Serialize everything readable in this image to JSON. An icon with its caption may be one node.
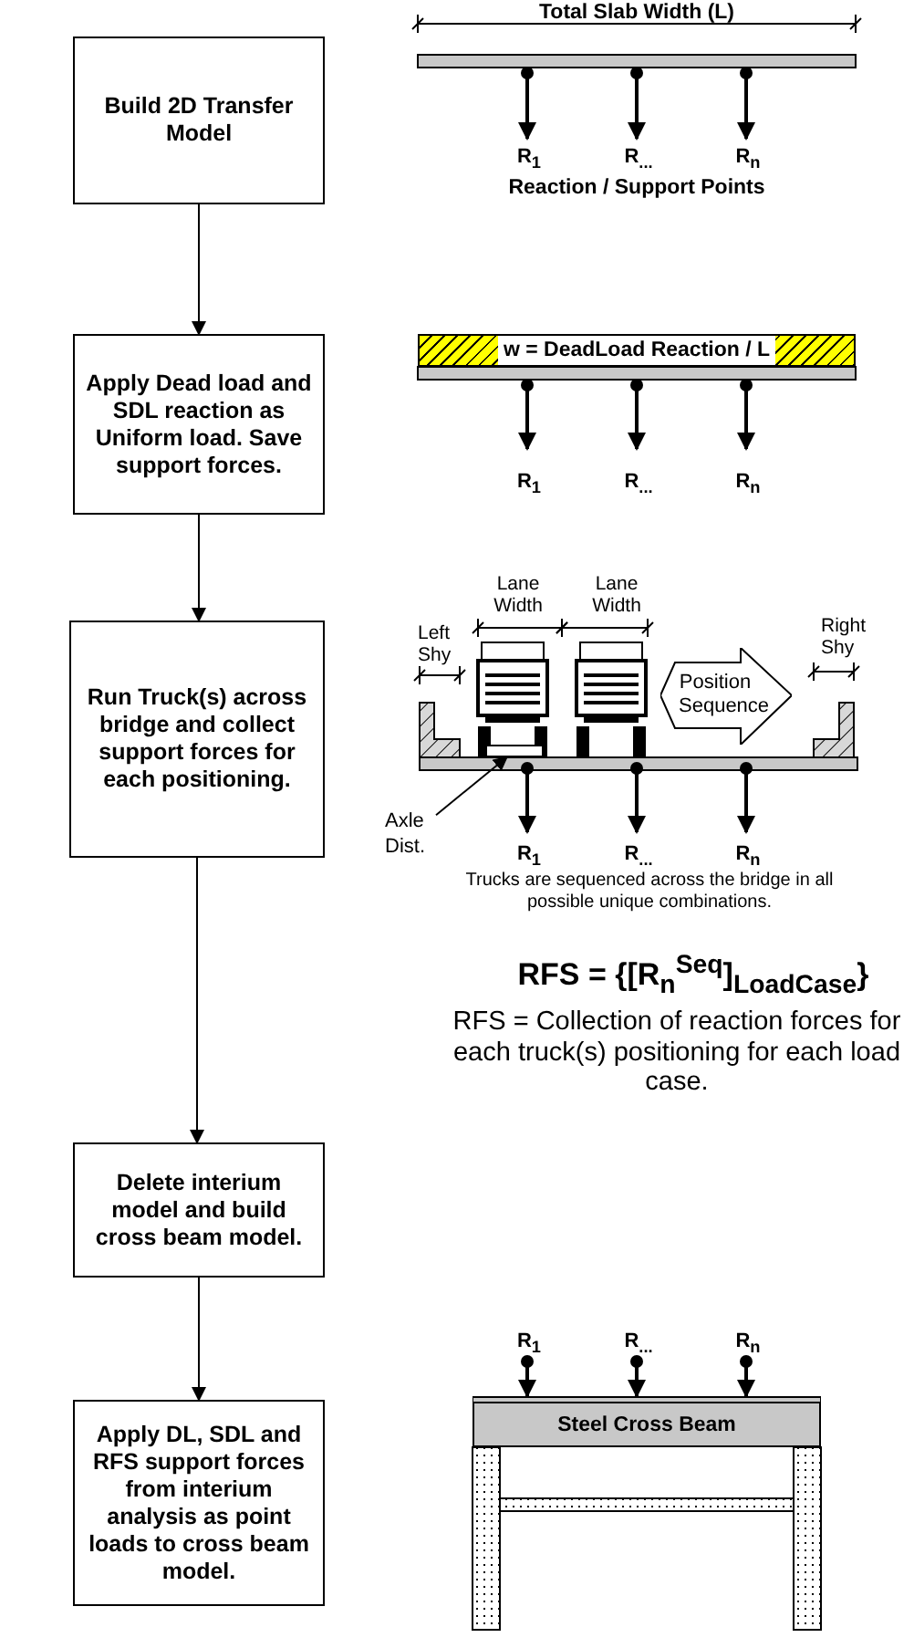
{
  "diagram": {
    "nodes": [
      {
        "text": [
          "Build 2D Transfer Model"
        ]
      },
      {
        "text": [
          "Apply Dead load and SDL reaction as Uniform load. Save support forces."
        ]
      },
      {
        "text": [
          "Run Truck(s) across bridge and collect support forces for each positioning."
        ]
      },
      {
        "text": [
          "Delete interium model and build cross beam model."
        ]
      },
      {
        "text": [
          "Apply DL, SDL and RFS support forces from interium analysis as point loads to cross beam model."
        ]
      },
      {
        "text": [
          "w = DeadLoad Reaction / L"
        ]
      },
      {
        "text": [
          "Position Sequence"
        ]
      },
      {
        "text": [
          "Axle Dist."
        ]
      },
      {
        "text": [],
        "shape": "bar"
      },
      {
        "text": [
          "Steel Cross Beam"
        ]
      }
    ],
    "edges": [
      {
        "from": 0,
        "to": 1,
        "arrow": "to"
      },
      {
        "from": 1,
        "to": 2,
        "arrow": "to"
      },
      {
        "from": 2,
        "to": 3,
        "arrow": "to"
      },
      {
        "from": 3,
        "to": 4,
        "arrow": "to"
      },
      {
        "from": 7,
        "to": 8,
        "arrow": "to"
      }
    ],
    "labels": [
      "Total Slab Width (L)",
      "R$_{1}$",
      "R$_{...}$",
      "R$_{n}$",
      "Reaction / Support Points",
      "R$_{1}$",
      "R$_{...}$",
      "R$_{n}$",
      "Lane Width",
      "Lane Width",
      "Left Shy",
      "Right Shy",
      "R$_{1}$",
      "R$_{...}$",
      "R$_{n}$",
      "Trucks are sequenced across the bridge in all possible unique combinations.",
      "RFS = {[R$_{n}$$^{Seq}$]$_{LoadCase}$}",
      "RFS = Collection of reaction forces for each truck(s) positioning for each load case.",
      "R$_{1}$",
      "R$_{...}$",
      "R$_{n}$"
    ]
  }
}
